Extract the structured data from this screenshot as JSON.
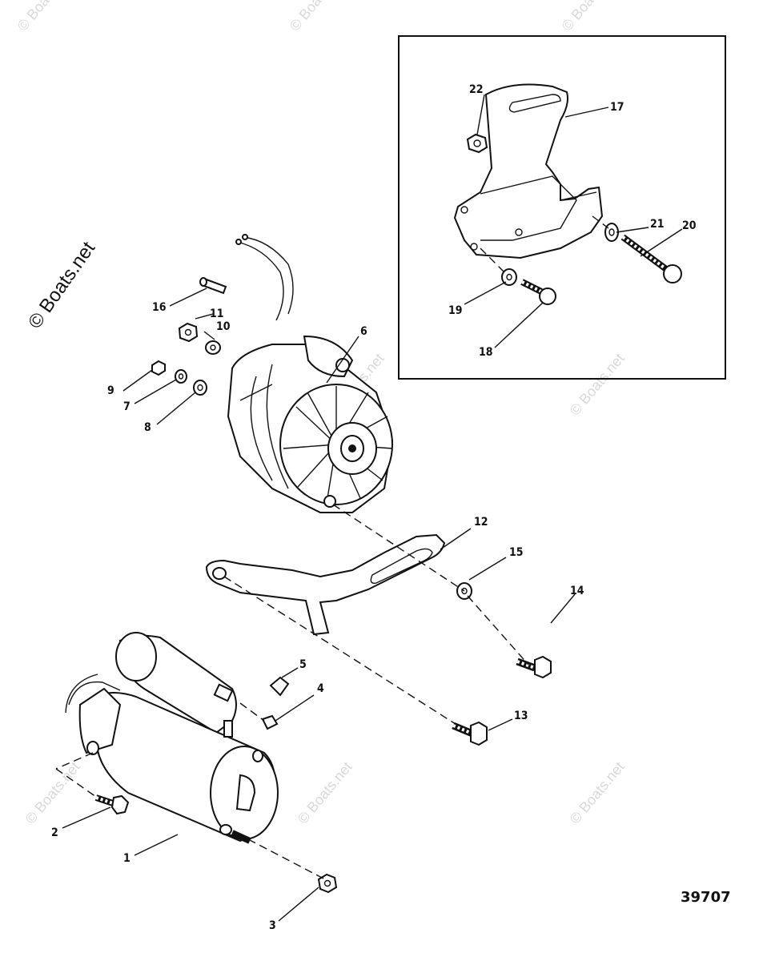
{
  "watermark": {
    "side_text": "© Boats.net",
    "faint_text": "© Boats.net"
  },
  "figure_number": "39707",
  "callouts": {
    "c1": "1",
    "c2": "2",
    "c3": "3",
    "c4": "4",
    "c5": "5",
    "c6": "6",
    "c7": "7",
    "c8": "8",
    "c9": "9",
    "c10": "10",
    "c11": "11",
    "c12": "12",
    "c13": "13",
    "c14": "14",
    "c15": "15",
    "c16": "16",
    "c17": "17",
    "c18": "18",
    "c19": "19",
    "c20": "20",
    "c21": "21",
    "c22": "22"
  }
}
